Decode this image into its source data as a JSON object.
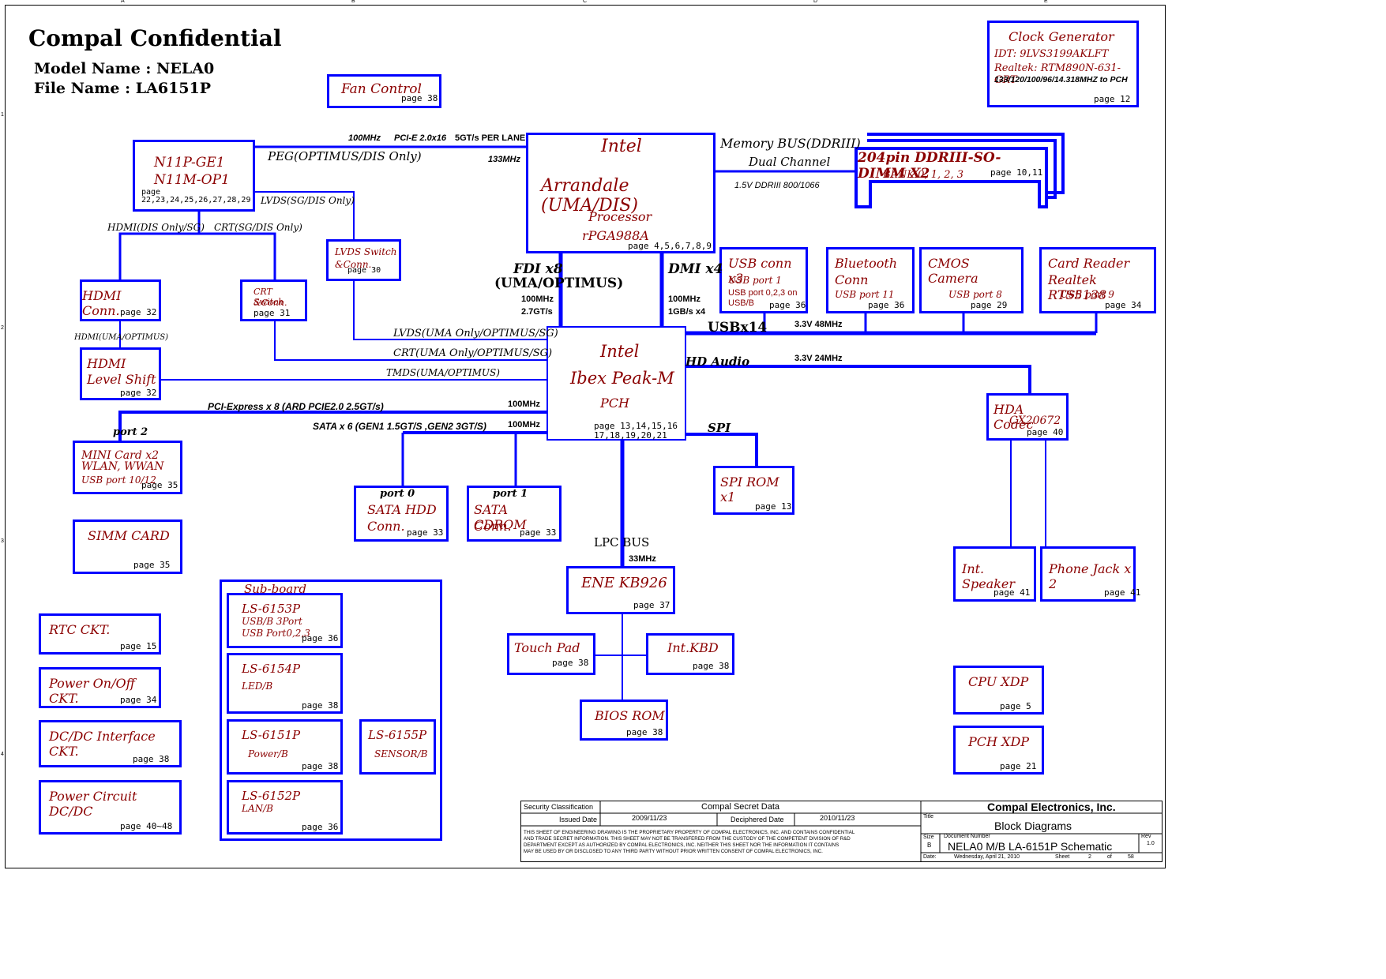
{
  "header": {
    "title": "Compal Confidential",
    "model": "Model Name : NELA0",
    "file": "File Name : LA6151P"
  },
  "ruler": {
    "top": [
      "A",
      "B",
      "C",
      "D",
      "E"
    ],
    "side": [
      "1",
      "2",
      "3",
      "4"
    ]
  },
  "blocks": {
    "fan": {
      "name": "Fan Control",
      "page": "page 38"
    },
    "clock": {
      "name": "Clock Generator",
      "l1": "IDT: 9LVS3199AKLFT",
      "l2": "Realtek: RTM890N-631-GRT",
      "l3": "133/120/100/96/14.318MHZ to PCH",
      "page": "page 12"
    },
    "gpu": {
      "l1": "N11P-GE1",
      "l2": "N11M-OP1",
      "page1": "page",
      "page2": "22,23,24,25,26,27,28,29"
    },
    "cpu": {
      "l1": "Intel",
      "l2": "Arrandale (UMA/DIS)",
      "l3": "Processor",
      "l4": "rPGA988A",
      "page": "page 4,5,6,7,8,9"
    },
    "dimm": {
      "name": "204pin DDRIII-SO-DIMM X2",
      "bank": "BANK 0, 1, 2, 3",
      "page": "page 10,11"
    },
    "lvdsw": {
      "l1": "LVDS Switch",
      "l2": "&Conn.",
      "page": "page 30"
    },
    "hdmi": {
      "name": "HDMI Conn.",
      "page": "page 32"
    },
    "crtsw": {
      "l1": "CRT Switch",
      "l2": "&Conn.",
      "page": "page 31"
    },
    "hdmils": {
      "l1": "HDMI",
      "l2": "Level Shift",
      "page": "page 32"
    },
    "pch": {
      "l1": "Intel",
      "l2": "Ibex Peak-M",
      "l3": "PCH",
      "page1": "page 13,14,15,16",
      "page2": "17,18,19,20,21"
    },
    "usb": {
      "l1": "USB conn x3",
      "l2": "USB port 1",
      "l3": "USB port 0,2,3 on",
      "l4": "USB/B",
      "page": "page 36"
    },
    "bt": {
      "l1": "Bluetooth",
      "l2": "Conn",
      "l3": "USB port 11",
      "page": "page 36"
    },
    "cam": {
      "l1": "CMOS Camera",
      "l2": "USB port 8",
      "page": "page 29"
    },
    "card": {
      "l1": "Card Reader",
      "l2": "Realtek RTS5138",
      "l3": "USB port 9",
      "page": "page 34"
    },
    "minicard": {
      "l1": "MINI Card x2",
      "l2": "WLAN, WWAN",
      "l3": "USB port 10/12",
      "page": "page 35"
    },
    "simm": {
      "name": "SIMM CARD",
      "page": "page 35"
    },
    "hdd": {
      "port": "port 0",
      "l1": "SATA HDD",
      "l2": "Conn.",
      "page": "page 33"
    },
    "cdrom": {
      "port": "port 1",
      "l1": "SATA CDROM",
      "l2": "Conn.",
      "page": "page 33"
    },
    "spirom": {
      "name": "SPI ROM x1",
      "page": "page 13"
    },
    "codec": {
      "l1": "HDA Codec",
      "l2": "CX20672",
      "page": "page 40"
    },
    "kbc": {
      "name": "ENE KB926",
      "page": "page 37"
    },
    "touch": {
      "name": "Touch Pad",
      "page": "page 38"
    },
    "kbd": {
      "name": "Int.KBD",
      "page": "page 38"
    },
    "bios": {
      "name": "BIOS ROM",
      "page": "page 38"
    },
    "spk": {
      "name": "Int. Speaker",
      "page": "page 41"
    },
    "jack": {
      "name": "Phone Jack x 2",
      "page": "page 41"
    },
    "rtc": {
      "name": "RTC CKT.",
      "page": "page 15"
    },
    "power": {
      "name": "Power On/Off CKT.",
      "page": "page 34"
    },
    "dcdcif": {
      "name": "DC/DC Interface CKT.",
      "page": "page 38"
    },
    "pwrckt": {
      "name": "Power Circuit DC/DC",
      "page": "page 40~48"
    },
    "sub": {
      "title": "Sub-board"
    },
    "ls6153": {
      "l1": "LS-6153P",
      "l2": "USB/B 3Port",
      "l3": "USB Port0,2,3",
      "page": "page 36"
    },
    "ls6154": {
      "l1": "LS-6154P",
      "l2": "LED/B",
      "page": "page 38"
    },
    "ls6151": {
      "l1": "LS-6151P",
      "l2": "Power/B",
      "page": "page 38"
    },
    "ls6155": {
      "l1": "LS-6155P",
      "l2": "SENSOR/B"
    },
    "ls6152": {
      "l1": "LS-6152P",
      "l2": "LAN/B",
      "page": "page 36"
    },
    "cpuxdp": {
      "name": "CPU XDP",
      "page": "page 5"
    },
    "pchxdp": {
      "name": "PCH XDP",
      "page": "page 21"
    }
  },
  "labels": {
    "mhz100a": "100MHz",
    "pcie": "PCI-E 2.0x16",
    "gts": "5GT/s PER LANE",
    "mhz133": "133MHz",
    "peg": "PEG(OPTIMUS/DIS Only)",
    "lvdssg": "LVDS(SG/DIS Only)",
    "hdmisg": "HDMI(DIS Only/SG)",
    "crtsg": "CRT(SG/DIS Only)",
    "membus": "Memory BUS(DDRIII)",
    "dual": "Dual Channel",
    "ddr": "1.5V DDRIII 800/1066",
    "fdi": "FDI x8",
    "fdi2": "(UMA/OPTIMUS)",
    "fdimhz": "100MHz",
    "fdigts": "2.7GT/s",
    "dmi": "DMI x4",
    "dmimhz": "100MHz",
    "dmigbs": "1GB/s x4",
    "hdmiuma": "HDMI(UMA/OPTIMUS)",
    "lvdsuma": "LVDS(UMA Only/OPTIMUS/SG)",
    "crtuma": "CRT(UMA Only/OPTIMUS/SG)",
    "tmds": "TMDS(UMA/OPTIMUS)",
    "pciex": "PCI-Express x 8  (ARD PCIE2.0 2.5GT/s)",
    "pciexmhz": "100MHz",
    "sata": "SATA x 6 (GEN1 1.5GT/S ,GEN2 3GT/S)",
    "satamhz": "100MHz",
    "port2": "port 2",
    "usbx14": "USBx14",
    "usbmhz": "3.3V 48MHz",
    "hda": "HD Audio",
    "hdamhz": "3.3V 24MHz",
    "spi": "SPI",
    "lpc": "LPC BUS",
    "lpcmhz": "33MHz"
  },
  "titleblock": {
    "seccls": "Security Classification",
    "secret": "Compal Secret Data",
    "company": "Compal Electronics, Inc.",
    "issued": "Issued Date",
    "issuedval": "2009/11/23",
    "deciph": "Deciphered Date",
    "deciphval": "2010/11/23",
    "titlelbl": "Title",
    "title": "Block Diagrams",
    "notice1": "THIS SHEET OF ENGINEERING DRAWING IS THE PROPRIETARY PROPERTY OF COMPAL ELECTRONICS, INC. AND CONTAINS CONFIDENTIAL",
    "notice2": "AND TRADE SECRET INFORMATION. THIS SHEET MAY NOT BE TRANSFERED FROM THE CUSTODY OF THE COMPETENT DIVISION OF R&D",
    "notice3": "DEPARTMENT EXCEPT AS AUTHORIZED BY COMPAL ELECTRONICS, INC. NEITHER THIS SHEET NOR THE INFORMATION IT CONTAINS",
    "notice4": "MAY BE USED BY OR DISCLOSED TO ANY THIRD PARTY WITHOUT PRIOR WRITTEN CONSENT OF COMPAL ELECTRONICS, INC.",
    "sizelbl": "Size",
    "size": "B",
    "docnumlbl": "Document Number",
    "docnum": "NELA0 M/B LA-6151P Schematic",
    "revlbl": "Rev",
    "rev": "1.0",
    "datelbl": "Date:",
    "date": "Wednesday, April 21, 2010",
    "sheetlbl": "Sheet",
    "sheet": "2",
    "of": "of",
    "total": "58"
  },
  "colors": {
    "wire": "#0000ff",
    "text": "#8b0000"
  }
}
